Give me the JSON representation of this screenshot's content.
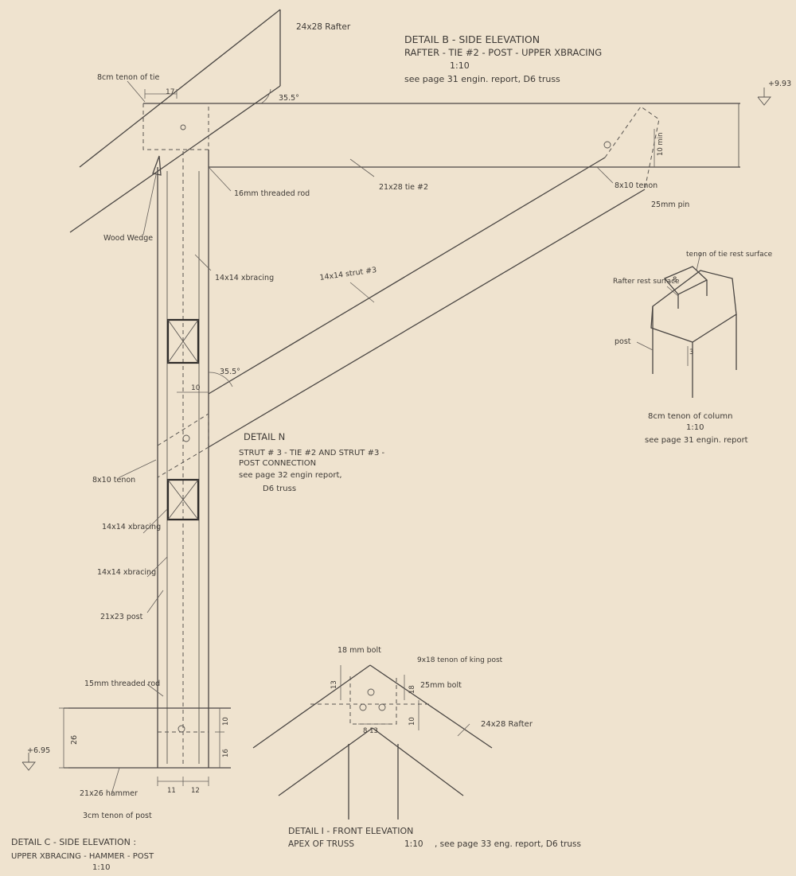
{
  "detail_b": {
    "title": "DETAIL B - SIDE ELEVATION",
    "subtitle": "RAFTER - TIE #2 - POST - UPPER XBRACING",
    "scale": "1:10",
    "reference": "see page 31 engin. report, D6 truss"
  },
  "detail_b_labels": {
    "rafter": "24x28 Rafter",
    "tenon_tie": "8cm tenon of tie",
    "dim_17": "17",
    "angle_top": "35.5°",
    "elevation_top": "+9.93",
    "threaded_rod_top": "16mm threaded rod",
    "tie": "21x28 tie #2",
    "tenon_8x10": "8x10 tenon",
    "dim_10min": "10 min",
    "pin": "25mm pin",
    "wood_wedge": "Wood Wedge",
    "xbracing_upper": "14x14 xbracing",
    "strut": "14x14 strut #3",
    "angle_mid": "35.5°",
    "dim_10": "10"
  },
  "detail_n": {
    "title": "DETAIL N",
    "line1": "STRUT # 3 - TIE #2 AND STRUT #3 -",
    "line2": "POST CONNECTION",
    "line3": "see page 32 engin report,",
    "line4": "D6 truss"
  },
  "detail_c_labels": {
    "tenon_8x10_lower": "8x10 tenon",
    "xbracing_a": "14x14 xbracing",
    "xbracing_b": "14x14 xbracing",
    "post": "21x23 post",
    "threaded_rod": "15mm threaded rod",
    "dim_26": "26",
    "elevation": "+6.95",
    "dim_10": "10",
    "dim_16": "16",
    "dim_11": "11",
    "dim_12": "12",
    "hammer": "21x26 hammer",
    "tenon_post": "3cm tenon of post"
  },
  "detail_c": {
    "title": "DETAIL C - SIDE ELEVATION :",
    "subtitle": "UPPER XBRACING - HAMMER - POST",
    "scale": "1:10"
  },
  "iso_labels": {
    "tenon_tie": "tenon of tie rest surface",
    "rafter_rest": "Rafter rest surface",
    "post": "post",
    "dim_8": "8",
    "dim_3": "3"
  },
  "iso_caption": {
    "line1": "8cm tenon of column",
    "line2": "1:10",
    "line3": "see page 31 engin. report"
  },
  "detail_i_labels": {
    "bolt18": "18 mm bolt",
    "tenon_king": "9x18 tenon of king post",
    "bolt25": "25mm bolt",
    "rafter": "24x28 Rafter",
    "dim_13": "13",
    "dim_18": "18",
    "dim_10": "10",
    "dim_spacing": "8 13"
  },
  "detail_i": {
    "title": "DETAIL I - FRONT ELEVATION",
    "subtitle": "APEX OF TRUSS",
    "scale": "1:10",
    "reference": ", see page 33 eng. report, D6 truss"
  }
}
